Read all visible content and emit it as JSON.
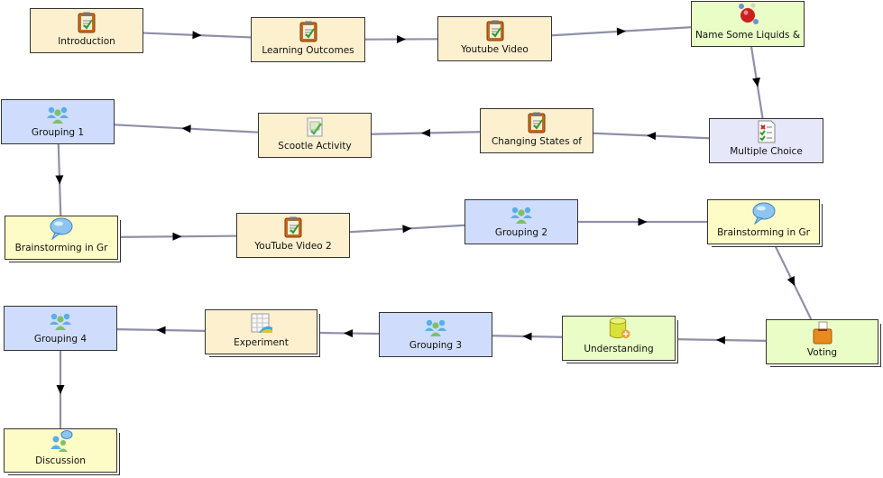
{
  "diagram": {
    "colors": {
      "note": "#fdf0cf",
      "group": "#cfdcfb",
      "forum": "#fdfbc6",
      "green": "#eafdc6",
      "mc": "#e7e7fa",
      "edge": "#8f8fa8",
      "arrow": "#000000"
    },
    "nodes": [
      {
        "id": "introduction",
        "label": "Introduction",
        "kind": "note",
        "icon": "notebook-icon",
        "stacked": false
      },
      {
        "id": "learning-outcomes",
        "label": "Learning Outcomes",
        "kind": "note",
        "icon": "notebook-icon",
        "stacked": false
      },
      {
        "id": "youtube-video",
        "label": "Youtube Video",
        "kind": "note",
        "icon": "notebook-icon",
        "stacked": false
      },
      {
        "id": "name-some-liquids",
        "label": "Name Some Liquids &",
        "kind": "green",
        "icon": "molecule-icon",
        "stacked": false
      },
      {
        "id": "multiple-choice",
        "label": "Multiple Choice",
        "kind": "mc",
        "icon": "checklist-icon",
        "stacked": false
      },
      {
        "id": "changing-states",
        "label": "Changing States of",
        "kind": "note",
        "icon": "notebook-icon",
        "stacked": false
      },
      {
        "id": "scootle-activity",
        "label": "Scootle Activity",
        "kind": "note",
        "icon": "scootle-icon",
        "stacked": false
      },
      {
        "id": "grouping-1",
        "label": "Grouping 1",
        "kind": "group",
        "icon": "group-people-icon",
        "stacked": false
      },
      {
        "id": "brainstorming-1",
        "label": "Brainstorming in Gr",
        "kind": "forum",
        "icon": "speech-bubble-icon",
        "stacked": true
      },
      {
        "id": "youtube-video-2",
        "label": "YouTube Video 2",
        "kind": "note",
        "icon": "notebook-icon",
        "stacked": false
      },
      {
        "id": "grouping-2",
        "label": "Grouping 2",
        "kind": "group",
        "icon": "group-people-icon",
        "stacked": false
      },
      {
        "id": "brainstorming-2",
        "label": "Brainstorming in Gr",
        "kind": "forum",
        "icon": "speech-bubble-icon",
        "stacked": true
      },
      {
        "id": "voting",
        "label": "Voting",
        "kind": "green",
        "icon": "ballot-box-icon",
        "stacked": true
      },
      {
        "id": "understanding",
        "label": "Understanding",
        "kind": "green",
        "icon": "database-icon",
        "stacked": true
      },
      {
        "id": "grouping-3",
        "label": "Grouping 3",
        "kind": "group",
        "icon": "group-people-icon",
        "stacked": false
      },
      {
        "id": "experiment",
        "label": "Experiment",
        "kind": "note",
        "icon": "spreadsheet-icon",
        "stacked": true
      },
      {
        "id": "grouping-4",
        "label": "Grouping 4",
        "kind": "group",
        "icon": "group-people-icon",
        "stacked": false
      },
      {
        "id": "discussion",
        "label": "Discussion",
        "kind": "forum",
        "icon": "chat-people-icon",
        "stacked": true
      }
    ],
    "edges": [
      [
        "introduction",
        "learning-outcomes"
      ],
      [
        "learning-outcomes",
        "youtube-video"
      ],
      [
        "youtube-video",
        "name-some-liquids"
      ],
      [
        "name-some-liquids",
        "multiple-choice"
      ],
      [
        "multiple-choice",
        "changing-states"
      ],
      [
        "changing-states",
        "scootle-activity"
      ],
      [
        "scootle-activity",
        "grouping-1"
      ],
      [
        "grouping-1",
        "brainstorming-1"
      ],
      [
        "brainstorming-1",
        "youtube-video-2"
      ],
      [
        "youtube-video-2",
        "grouping-2"
      ],
      [
        "grouping-2",
        "brainstorming-2"
      ],
      [
        "brainstorming-2",
        "voting"
      ],
      [
        "voting",
        "understanding"
      ],
      [
        "understanding",
        "grouping-3"
      ],
      [
        "grouping-3",
        "experiment"
      ],
      [
        "experiment",
        "grouping-4"
      ],
      [
        "grouping-4",
        "discussion"
      ]
    ]
  }
}
